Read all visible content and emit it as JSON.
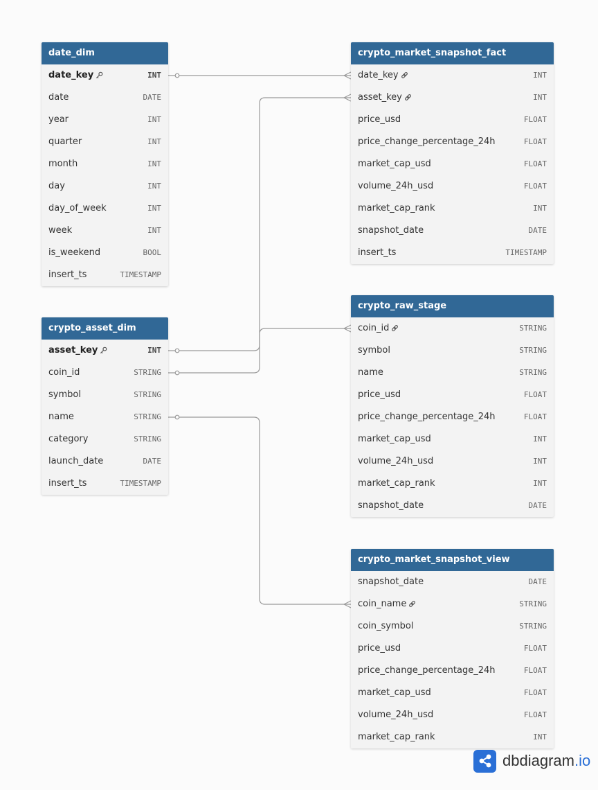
{
  "colors": {
    "header_bg": "#316896",
    "header_text": "#ffffff",
    "table_bg": "#f3f3f3",
    "connector": "#999999",
    "brand_blue": "#2a6fd6"
  },
  "icons": {
    "primary_key": "key-icon",
    "reference": "link-icon",
    "brand": "share-nodes-icon"
  },
  "tables": [
    {
      "id": "date_dim",
      "name": "date_dim",
      "fields": [
        {
          "name": "date_key",
          "type": "INT",
          "pk": true
        },
        {
          "name": "date",
          "type": "DATE"
        },
        {
          "name": "year",
          "type": "INT"
        },
        {
          "name": "quarter",
          "type": "INT"
        },
        {
          "name": "month",
          "type": "INT"
        },
        {
          "name": "day",
          "type": "INT"
        },
        {
          "name": "day_of_week",
          "type": "INT"
        },
        {
          "name": "week",
          "type": "INT"
        },
        {
          "name": "is_weekend",
          "type": "BOOL"
        },
        {
          "name": "insert_ts",
          "type": "TIMESTAMP"
        }
      ]
    },
    {
      "id": "crypto_asset_dim",
      "name": "crypto_asset_dim",
      "fields": [
        {
          "name": "asset_key",
          "type": "INT",
          "pk": true
        },
        {
          "name": "coin_id",
          "type": "STRING"
        },
        {
          "name": "symbol",
          "type": "STRING"
        },
        {
          "name": "name",
          "type": "STRING"
        },
        {
          "name": "category",
          "type": "STRING"
        },
        {
          "name": "launch_date",
          "type": "DATE"
        },
        {
          "name": "insert_ts",
          "type": "TIMESTAMP"
        }
      ]
    },
    {
      "id": "crypto_market_snapshot_fact",
      "name": "crypto_market_snapshot_fact",
      "fields": [
        {
          "name": "date_key",
          "type": "INT",
          "ref": true
        },
        {
          "name": "asset_key",
          "type": "INT",
          "ref": true
        },
        {
          "name": "price_usd",
          "type": "FLOAT"
        },
        {
          "name": "price_change_percentage_24h",
          "type": "FLOAT"
        },
        {
          "name": "market_cap_usd",
          "type": "FLOAT"
        },
        {
          "name": "volume_24h_usd",
          "type": "FLOAT"
        },
        {
          "name": "market_cap_rank",
          "type": "INT"
        },
        {
          "name": "snapshot_date",
          "type": "DATE"
        },
        {
          "name": "insert_ts",
          "type": "TIMESTAMP"
        }
      ]
    },
    {
      "id": "crypto_raw_stage",
      "name": "crypto_raw_stage",
      "fields": [
        {
          "name": "coin_id",
          "type": "STRING",
          "ref": true
        },
        {
          "name": "symbol",
          "type": "STRING"
        },
        {
          "name": "name",
          "type": "STRING"
        },
        {
          "name": "price_usd",
          "type": "FLOAT"
        },
        {
          "name": "price_change_percentage_24h",
          "type": "FLOAT"
        },
        {
          "name": "market_cap_usd",
          "type": "INT"
        },
        {
          "name": "volume_24h_usd",
          "type": "INT"
        },
        {
          "name": "market_cap_rank",
          "type": "INT"
        },
        {
          "name": "snapshot_date",
          "type": "DATE"
        }
      ]
    },
    {
      "id": "crypto_market_snapshot_view",
      "name": "crypto_market_snapshot_view",
      "fields": [
        {
          "name": "snapshot_date",
          "type": "DATE"
        },
        {
          "name": "coin_name",
          "type": "STRING",
          "ref": true
        },
        {
          "name": "coin_symbol",
          "type": "STRING"
        },
        {
          "name": "price_usd",
          "type": "FLOAT"
        },
        {
          "name": "price_change_percentage_24h",
          "type": "FLOAT"
        },
        {
          "name": "market_cap_usd",
          "type": "FLOAT"
        },
        {
          "name": "volume_24h_usd",
          "type": "FLOAT"
        },
        {
          "name": "market_cap_rank",
          "type": "INT"
        }
      ]
    }
  ],
  "relationships": [
    {
      "from": {
        "table": "date_dim",
        "field": "date_key"
      },
      "to": {
        "table": "crypto_market_snapshot_fact",
        "field": "date_key"
      }
    },
    {
      "from": {
        "table": "crypto_asset_dim",
        "field": "asset_key"
      },
      "to": {
        "table": "crypto_market_snapshot_fact",
        "field": "asset_key"
      }
    },
    {
      "from": {
        "table": "crypto_asset_dim",
        "field": "coin_id"
      },
      "to": {
        "table": "crypto_raw_stage",
        "field": "coin_id"
      }
    },
    {
      "from": {
        "table": "crypto_asset_dim",
        "field": "name"
      },
      "to": {
        "table": "crypto_market_snapshot_view",
        "field": "coin_name"
      }
    }
  ],
  "brand": {
    "name": "dbdiagram",
    "suffix": ".io"
  }
}
